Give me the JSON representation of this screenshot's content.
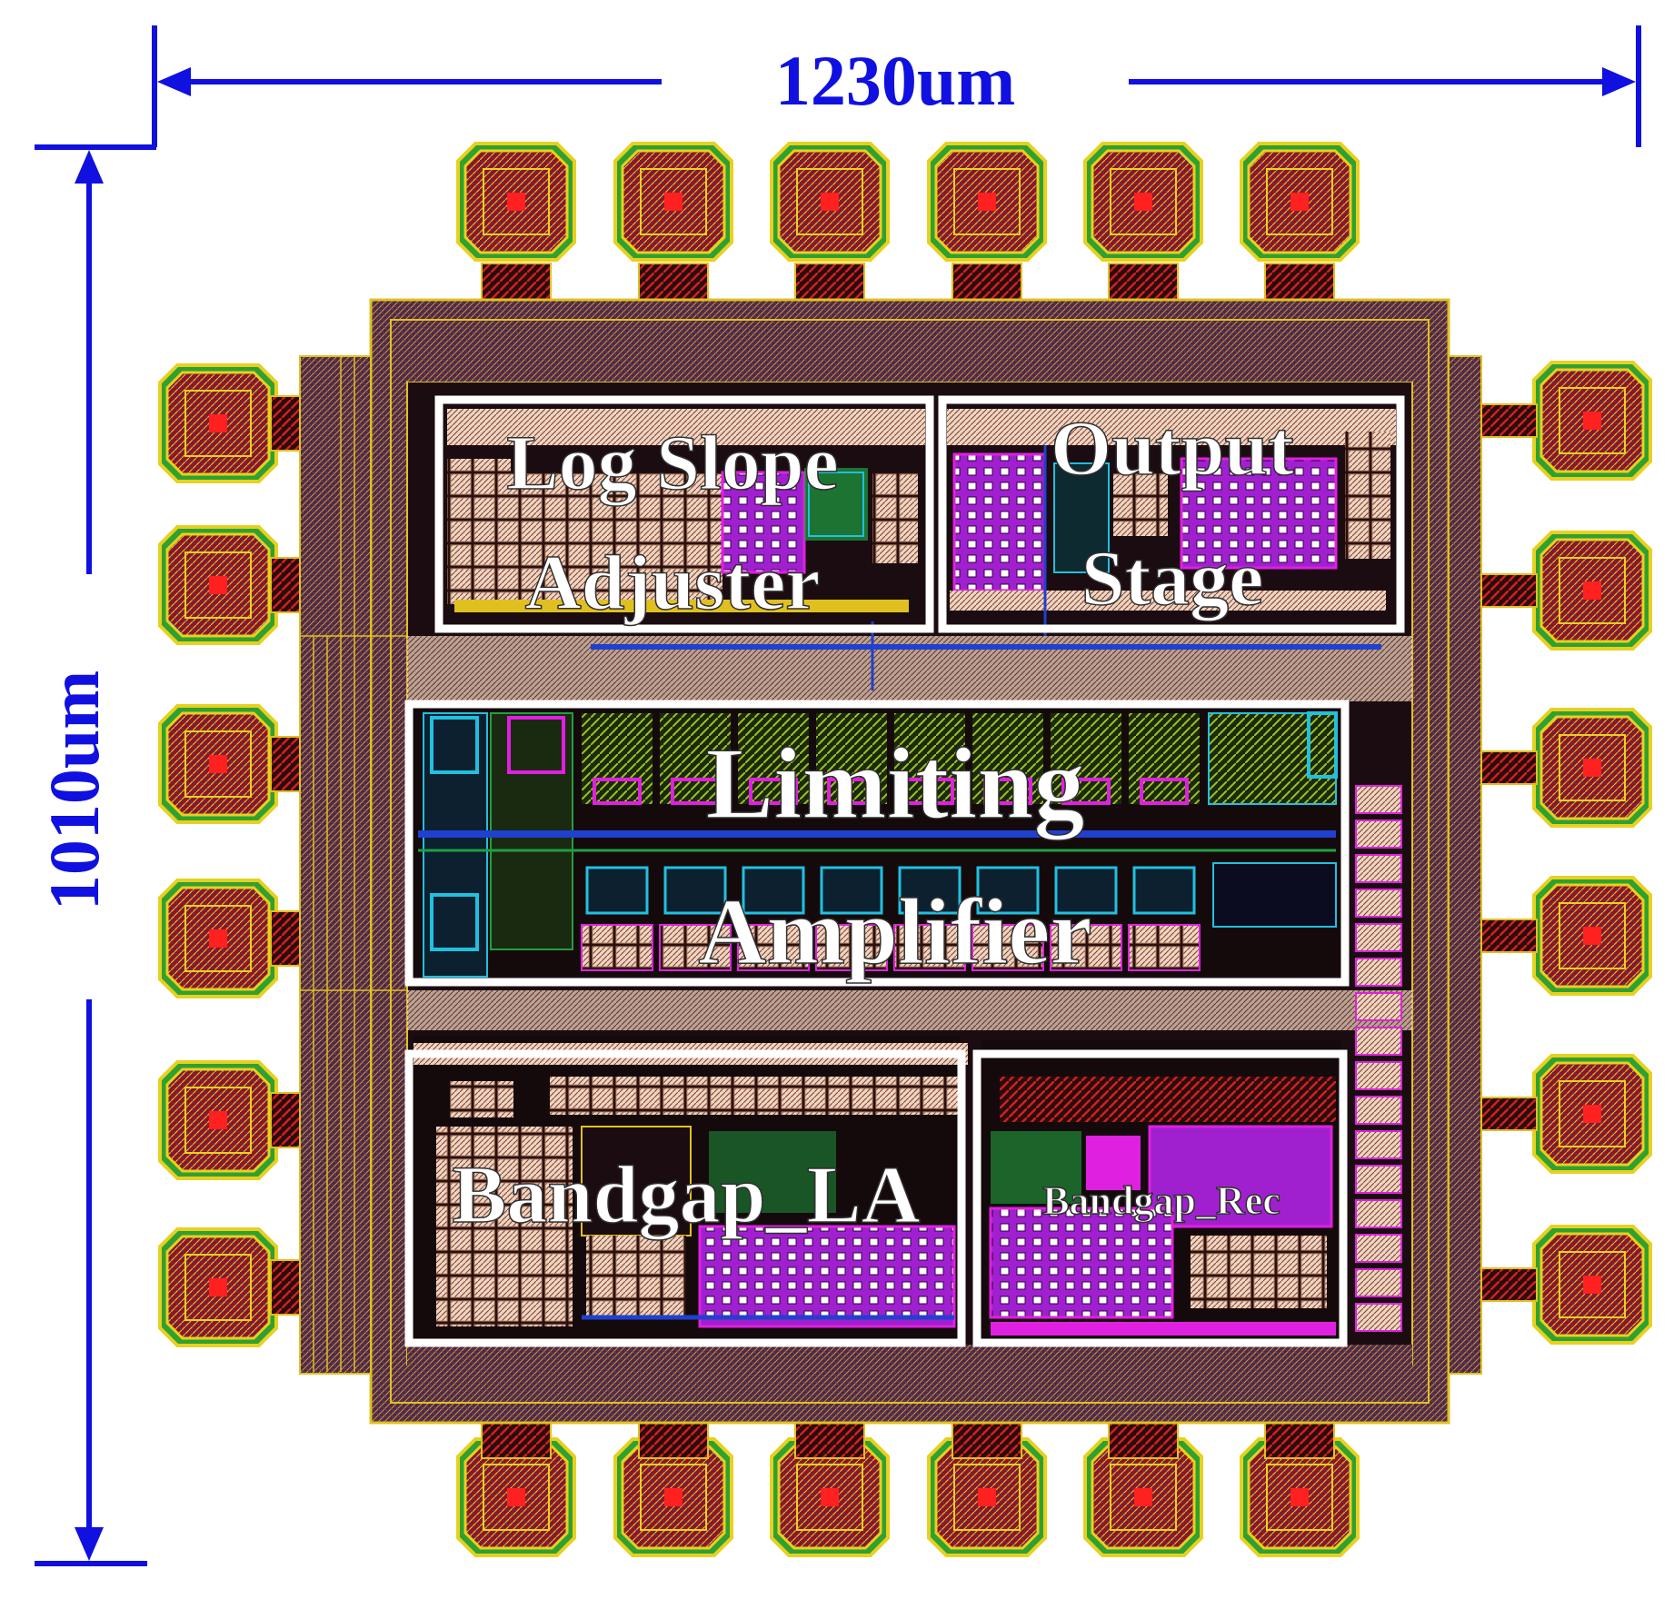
{
  "dimensions": {
    "width_label": "1230um",
    "height_label": "1010um",
    "color": "#1010e0"
  },
  "blocks": {
    "log_slope_line1": "Log Slope",
    "log_slope_line2": "Adjuster",
    "output_line1": "Output",
    "output_line2": "Stage",
    "limiting_line1": "Limiting",
    "limiting_line2": "Amplifier",
    "bandgap_la": "Bandgap_LA",
    "bandgap_rec": "Bandgap_Rec"
  },
  "pads": {
    "top_count": 6,
    "bottom_count": 6,
    "left_count": 6,
    "right_count": 6
  },
  "colors": {
    "pad_fill": "#9c1010",
    "pad_ring": "#e8d020",
    "pad_ring_inner": "#30a030",
    "ring_fill": "#6b2a3a",
    "metal_yellow": "#e0c020",
    "purple": "#a020d0",
    "magenta": "#e020e0",
    "cyan": "#20c0e0",
    "label": "#ffffff"
  }
}
